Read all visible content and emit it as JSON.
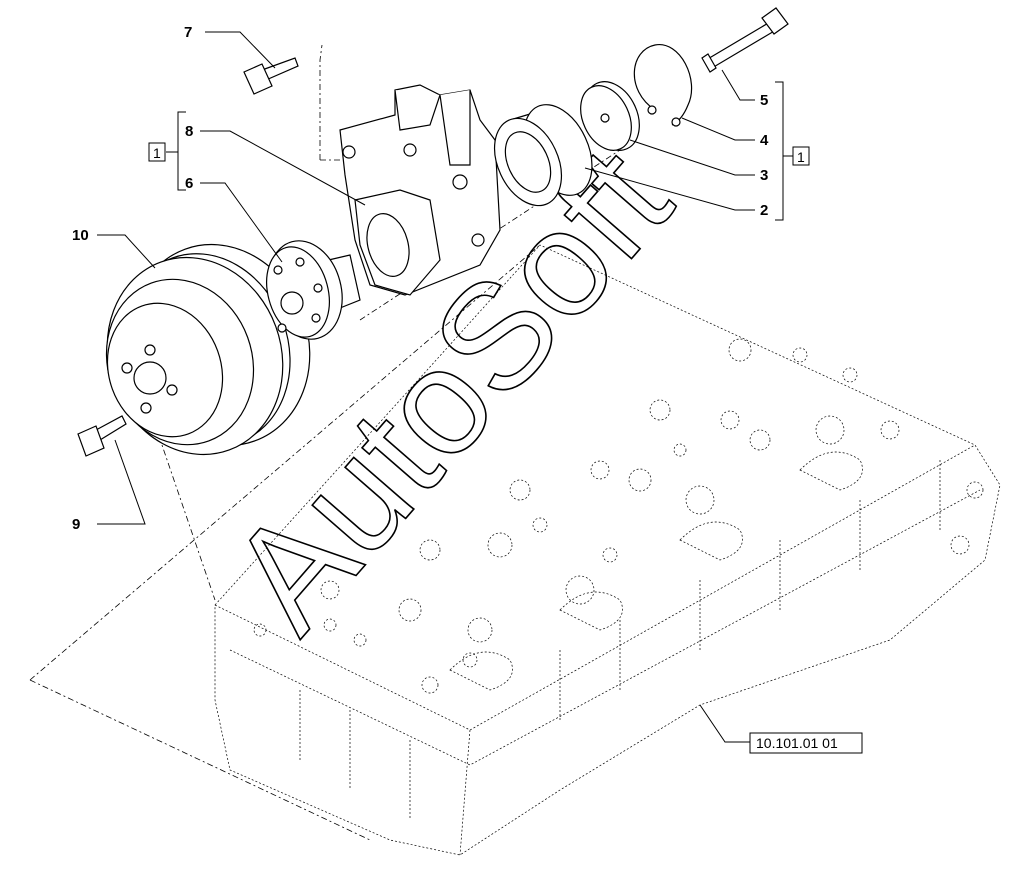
{
  "callouts": {
    "c1": "1",
    "c2": "2",
    "c3": "3",
    "c4": "4",
    "c5": "5",
    "c6": "6",
    "c7": "7",
    "c8": "8",
    "c9": "9",
    "c10": "10"
  },
  "group_refs": {
    "left": "1",
    "right": "1"
  },
  "reference": "10.101.01 01",
  "watermark": "AutoSoft"
}
